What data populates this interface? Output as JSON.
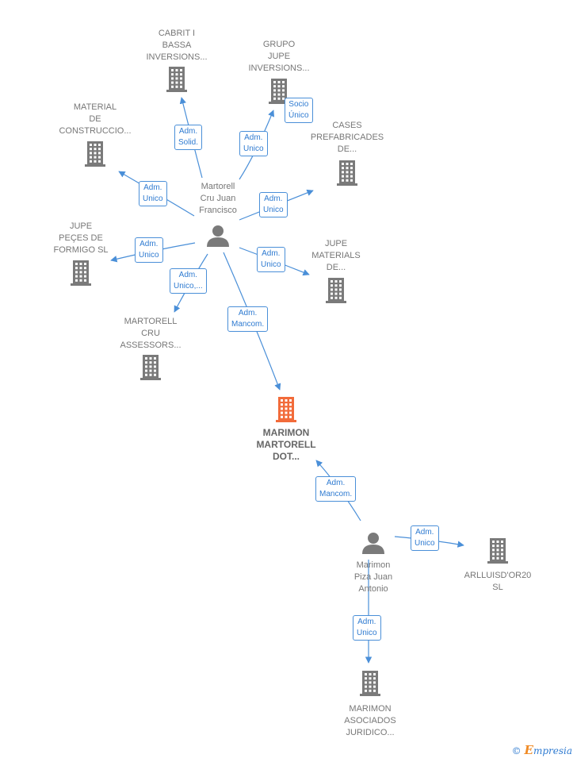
{
  "colors": {
    "edge": "#4a8fd8",
    "company": "#7a7a7a",
    "focus_company": "#f26b3a",
    "person": "#7a7a7a"
  },
  "nodes": [
    {
      "id": "cabrit",
      "type": "company",
      "label": "CABRIT I\nBASSA\nINVERSIONS..."
    },
    {
      "id": "grupo_jupe",
      "type": "company",
      "label": "GRUPO\nJUPE\nINVERSIONS..."
    },
    {
      "id": "material",
      "type": "company",
      "label": "MATERIAL\nDE\nCONSTRUCCIO..."
    },
    {
      "id": "cases",
      "type": "company",
      "label": "CASES\nPREFABRICADES\nDE..."
    },
    {
      "id": "martorell_person",
      "type": "person",
      "label": "Martorell\nCru Juan\nFrancisco"
    },
    {
      "id": "jupe_pecs",
      "type": "company",
      "label": "JUPE\nPEÇES DE\nFORMIGO  SL"
    },
    {
      "id": "jupe_materials",
      "type": "company",
      "label": "JUPE\nMATERIALS\nDE..."
    },
    {
      "id": "martorell_cru",
      "type": "company",
      "label": "MARTORELL\nCRU\nASSESSORS..."
    },
    {
      "id": "marimon_martorell",
      "type": "focus",
      "label": "MARIMON\nMARTORELL\nDOT..."
    },
    {
      "id": "marimon_person",
      "type": "person",
      "label": "Marimon\nPiza Juan\nAntonio"
    },
    {
      "id": "arlluisd",
      "type": "company",
      "label": "ARLLUISD'OR20\nSL"
    },
    {
      "id": "marimon_asociados",
      "type": "company",
      "label": "MARIMON\nASOCIADOS\nJURIDICO..."
    }
  ],
  "edges": [
    {
      "from": "martorell_person",
      "to": "cabrit",
      "label": "Adm.\nSolid."
    },
    {
      "from": "martorell_person",
      "to": "grupo_jupe",
      "label": "Adm.\nUnico"
    },
    {
      "from": "martorell_person",
      "to": "material",
      "label": "Adm.\nUnico"
    },
    {
      "from": "martorell_person",
      "to": "cases",
      "label": "Adm.\nUnico"
    },
    {
      "from": "martorell_person",
      "to": "jupe_pecs",
      "label": "Adm.\nUnico"
    },
    {
      "from": "martorell_person",
      "to": "jupe_materials",
      "label": "Adm.\nUnico"
    },
    {
      "from": "martorell_person",
      "to": "martorell_cru",
      "label": "Adm.\nUnico,..."
    },
    {
      "from": "martorell_person",
      "to": "marimon_martorell",
      "label": "Adm.\nMancom."
    },
    {
      "from": "marimon_person",
      "to": "marimon_martorell",
      "label": "Adm.\nMancom."
    },
    {
      "from": "marimon_person",
      "to": "arlluisd",
      "label": "Adm.\nUnico"
    },
    {
      "from": "marimon_person",
      "to": "marimon_asociados",
      "label": "Adm.\nUnico"
    }
  ],
  "extra_badges": [
    {
      "near": "grupo_jupe",
      "label": "Socio\nÚnico"
    }
  ],
  "brand": {
    "symbol": "©",
    "initial": "E",
    "rest": "mpresia"
  }
}
